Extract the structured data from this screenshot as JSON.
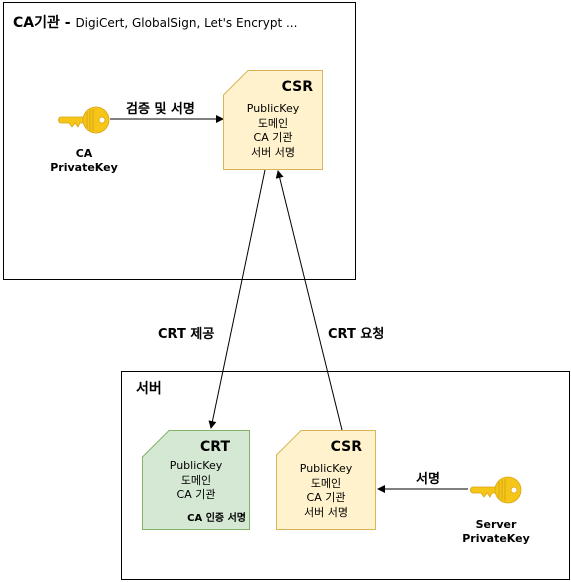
{
  "ca_box": {
    "title": "CA기관 -",
    "subtitle": "DigiCert, GlobalSign, Let's Encrypt ..."
  },
  "server_box": {
    "title": "서버"
  },
  "ca_csr": {
    "title": "CSR",
    "lines": [
      "PublicKey",
      "도메인",
      "CA 기관",
      "서버 서명"
    ]
  },
  "server_csr": {
    "title": "CSR",
    "lines": [
      "PublicKey",
      "도메인",
      "CA 기관",
      "서버 서명"
    ]
  },
  "crt": {
    "title": "CRT",
    "lines": [
      "PublicKey",
      "도메인",
      "CA 기관"
    ],
    "footer": "CA 인증 서명"
  },
  "ca_key": {
    "label_line1": "CA",
    "label_line2": "PrivateKey"
  },
  "server_key": {
    "label_line1": "Server",
    "label_line2": "PrivateKey"
  },
  "edges": {
    "verify_sign": "검증 및 서명",
    "crt_provide": "CRT 제공",
    "crt_request": "CRT 요청",
    "sign": "서명"
  },
  "colors": {
    "key_gold": "#F5C518",
    "csr_fill": "#FFF2CC",
    "csr_stroke": "#D6B656",
    "crt_fill": "#D5E8D4",
    "crt_stroke": "#82B366"
  }
}
